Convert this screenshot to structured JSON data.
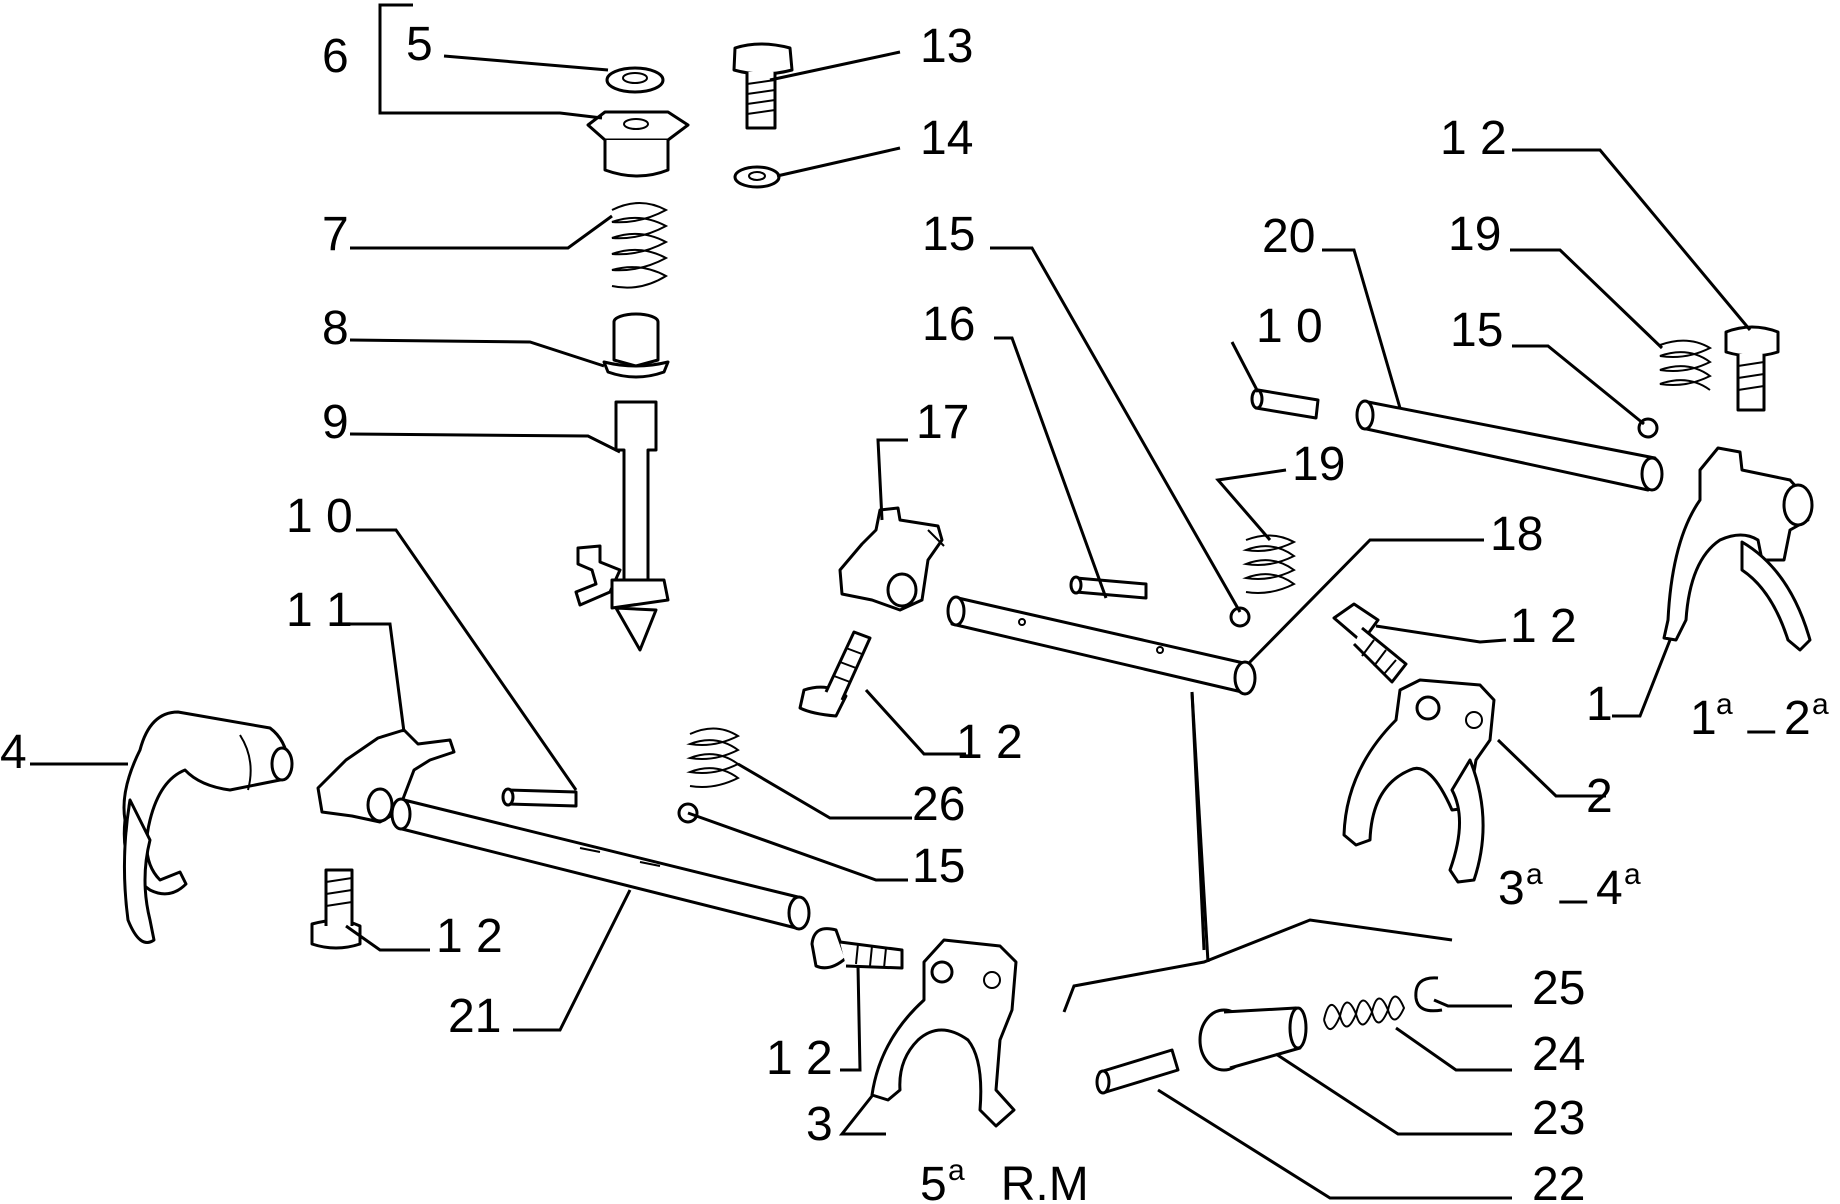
{
  "callouts": {
    "c1": "1",
    "c2": "2",
    "c3": "3",
    "c4": "4",
    "c5": "5",
    "c6": "6",
    "c7": "7",
    "c8": "8",
    "c9": "9",
    "c10a": "1 0",
    "c10b": "1 0",
    "c11": "1 1",
    "c12a": "1 2",
    "c12b": "1 2",
    "c12c": "1 2",
    "c12d": "1 2",
    "c12e": "1 2",
    "c13": "13",
    "c14": "14",
    "c15a": "15",
    "c15b": "15",
    "c15c": "15",
    "c16": "16",
    "c17": "17",
    "c18": "18",
    "c19a": "19",
    "c19b": "19",
    "c20": "20",
    "c21": "21",
    "c22": "22",
    "c23": "23",
    "c24": "24",
    "c25": "25",
    "c26": "26"
  },
  "gear_labels": {
    "g12_n1": "1",
    "g12_s1": "a",
    "g12_dash": "_",
    "g12_n2": "2",
    "g12_s2": "a",
    "g34_n1": "3",
    "g34_s1": "a",
    "g34_dash": "_",
    "g34_n2": "4",
    "g34_s2": "a",
    "g5_n": "5",
    "g5_s": "a",
    "g5_rest": "_R.M"
  }
}
